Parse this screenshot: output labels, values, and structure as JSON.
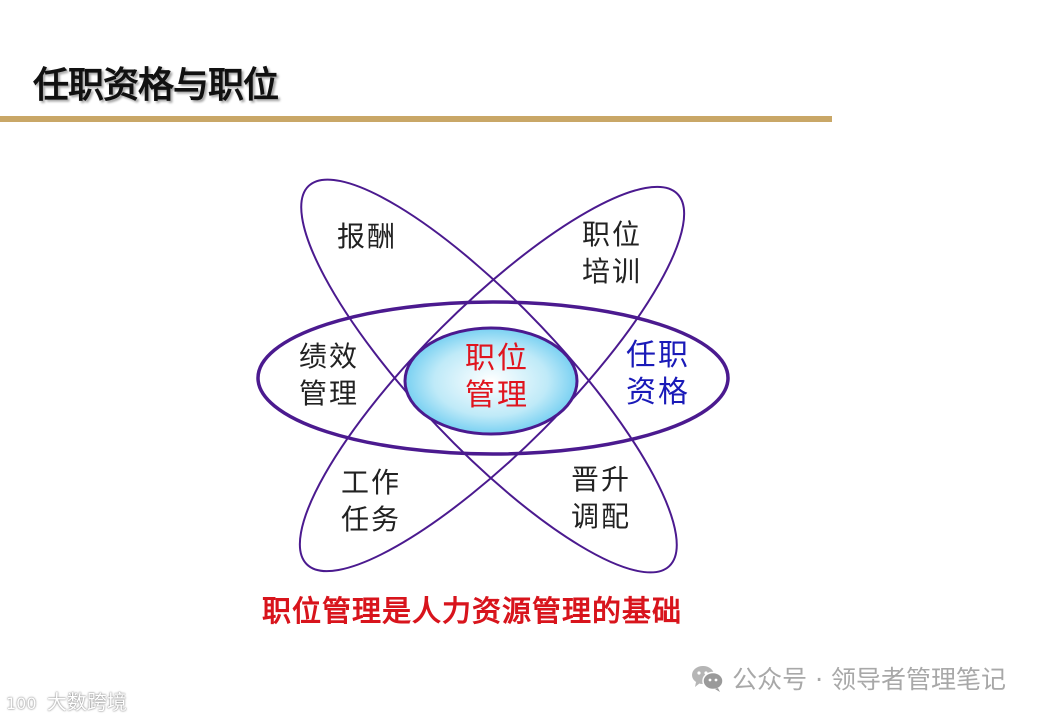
{
  "slide": {
    "title": "任职资格与职位",
    "rule_color": "#c9a767"
  },
  "diagram": {
    "center": {
      "line1": "职位",
      "line2": "管理",
      "color": "#e0141e"
    },
    "nodes": [
      {
        "id": "compensation",
        "line1": "报酬",
        "line2": ""
      },
      {
        "id": "job-training",
        "line1": "职位",
        "line2": "培训"
      },
      {
        "id": "performance",
        "line1": "绩效",
        "line2": "管理"
      },
      {
        "id": "qualification",
        "line1": "任职",
        "line2": "资格",
        "color": "#1a1ab8"
      },
      {
        "id": "work-tasks",
        "line1": "工作",
        "line2": "任务"
      },
      {
        "id": "promotion",
        "line1": "晋升",
        "line2": "调配"
      }
    ],
    "stroke_color": "#4b1a8f",
    "caption": "职位管理是人力资源管理的基础"
  },
  "footer": {
    "source_label": "公众号 · 领导者管理笔记",
    "watermark": "大数跨境",
    "watermark_logo": "100"
  }
}
